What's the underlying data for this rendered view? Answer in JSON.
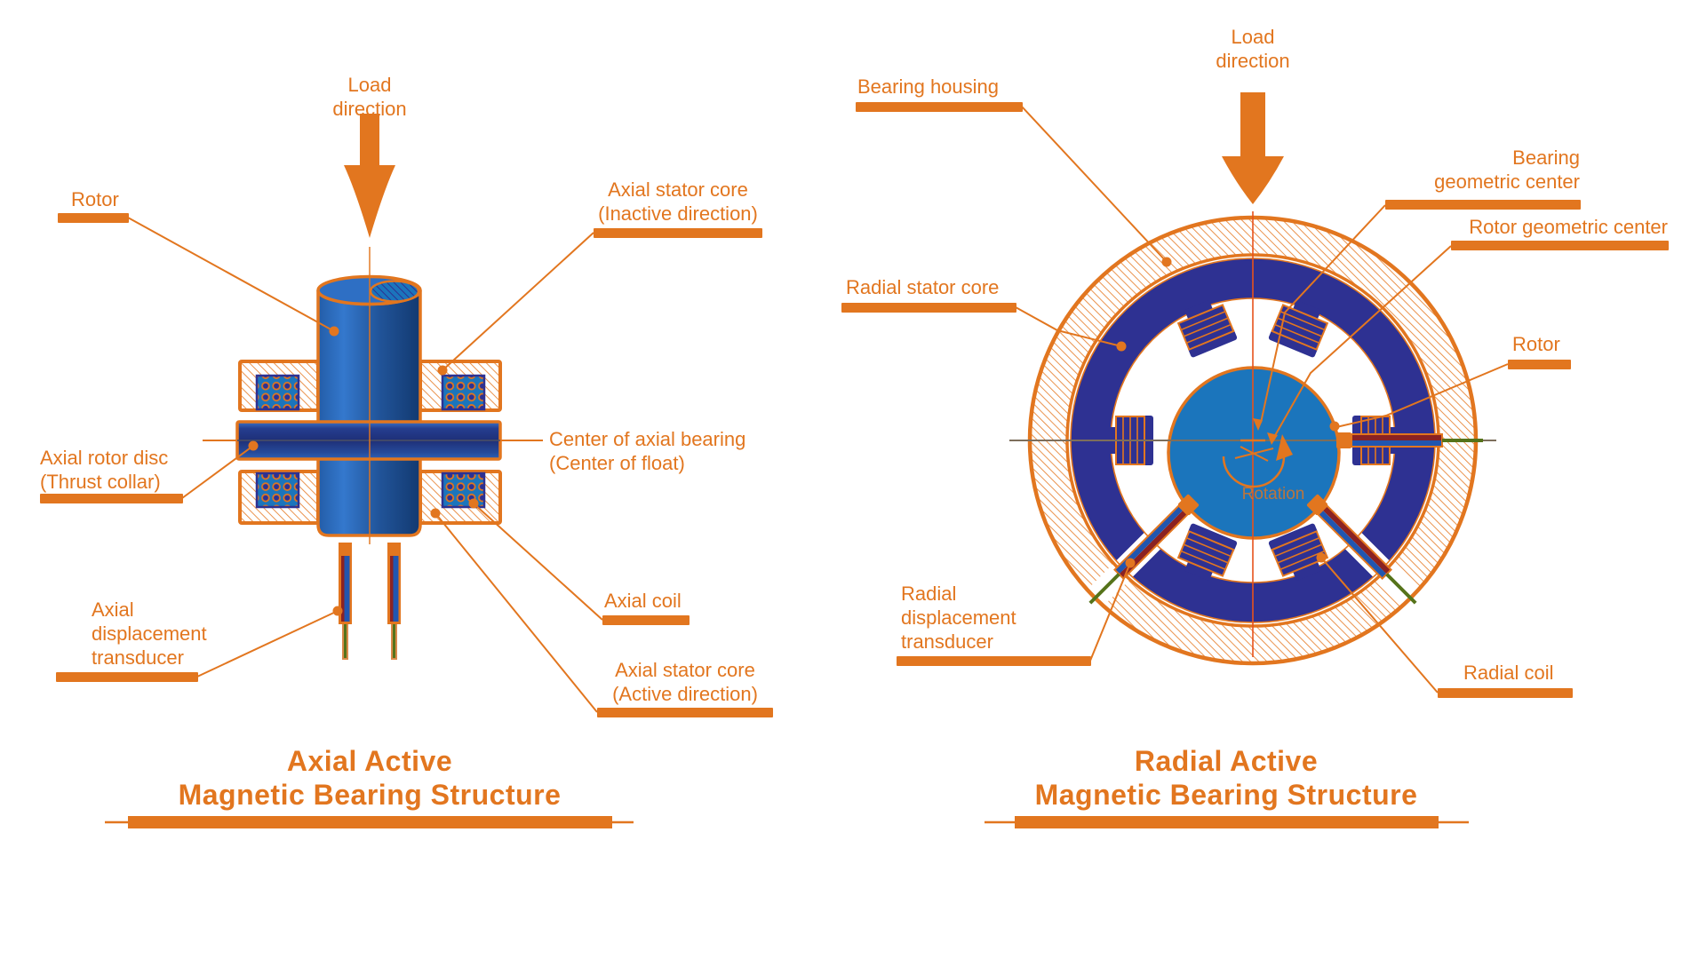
{
  "diagrams": {
    "axial": {
      "title_line1": "Axial Active",
      "title_line2": "Magnetic Bearing Structure",
      "labels": {
        "load": {
          "line1": "Load",
          "line2": "direction"
        },
        "rotor": "Rotor",
        "stator_inactive": {
          "line1": "Axial stator core",
          "line2": "(Inactive direction)"
        },
        "center": {
          "line1": "Center of axial bearing",
          "line2": "(Center of float)"
        },
        "rotor_disc": {
          "line1": "Axial rotor disc",
          "line2": "(Thrust collar)"
        },
        "transducer": {
          "line1": "Axial",
          "line2": "displacement",
          "line3": "transducer"
        },
        "coil": "Axial coil",
        "stator_active": {
          "line1": "Axial stator core",
          "line2": "(Active direction)"
        }
      }
    },
    "radial": {
      "title_line1": "Radial Active",
      "title_line2": "Magnetic Bearing Structure",
      "labels": {
        "load": {
          "line1": "Load",
          "line2": "direction"
        },
        "housing": "Bearing housing",
        "stator": "Radial stator core",
        "bearing_center": {
          "line1": "Bearing",
          "line2": "geometric center"
        },
        "rotor_center": "Rotor geometric center",
        "rotor": "Rotor",
        "transducer": {
          "line1": "Radial",
          "line2": "displacement",
          "line3": "transducer"
        },
        "coil": "Radial coil",
        "rotation": "Rotation"
      }
    }
  },
  "colors": {
    "orange": "#E2761F",
    "hatch_orange": "#E8873A",
    "navy": "#2E3192",
    "blue": "#1B75BC",
    "centerline_gray": "#7D6E5C",
    "axis_red_orange": "#E8521C",
    "sensor_green": "#55731A",
    "sensor_dark_red": "#8B2222"
  }
}
